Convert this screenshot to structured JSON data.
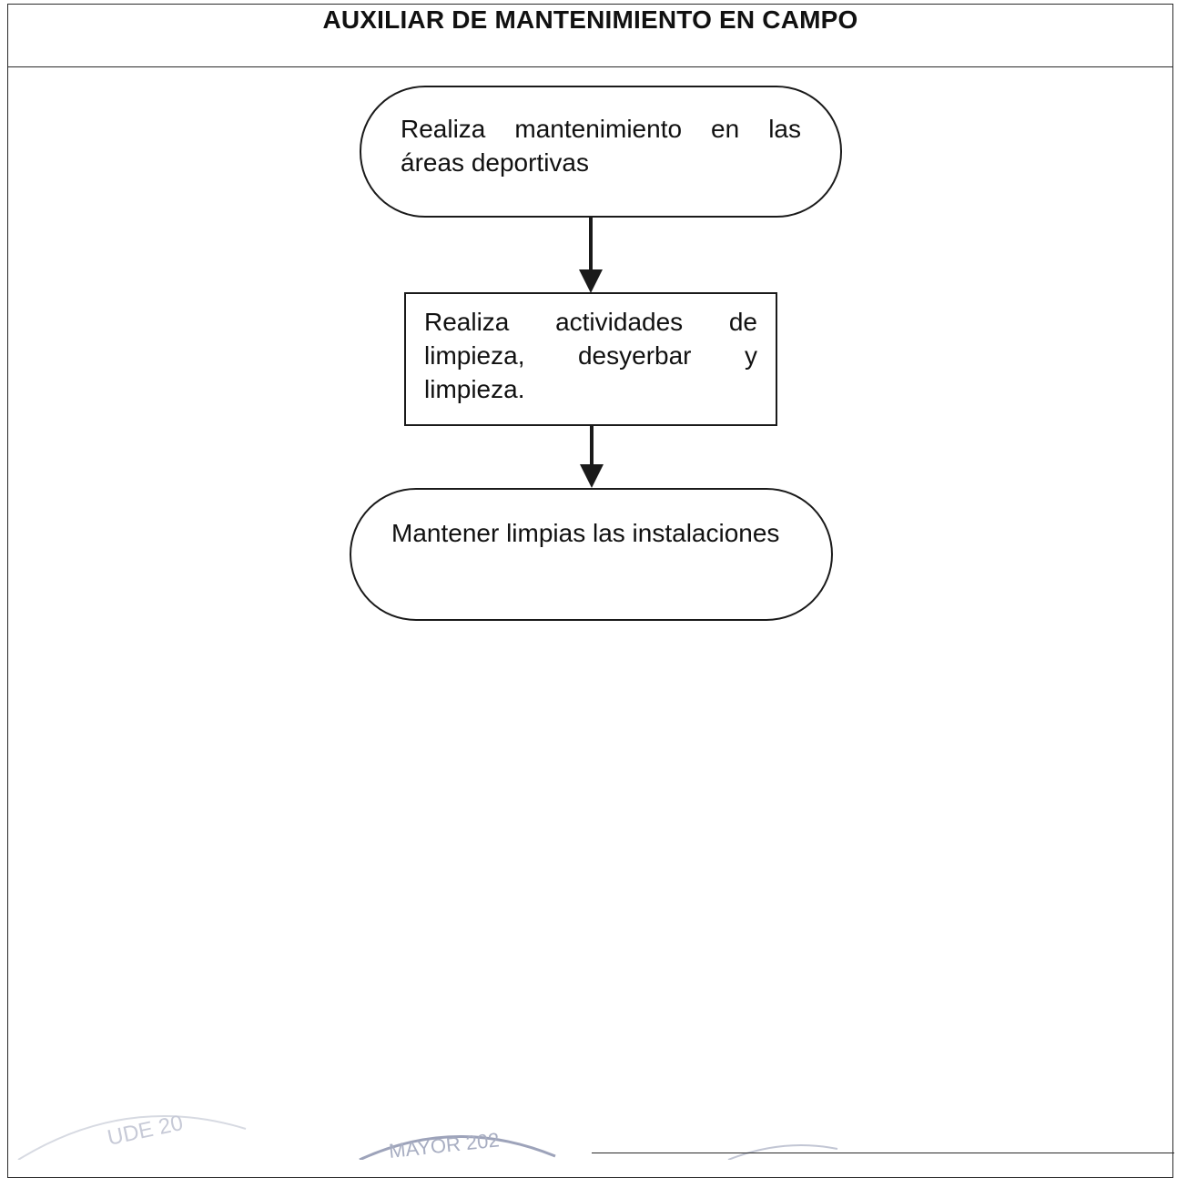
{
  "document": {
    "title": "AUXILIAR DE MANTENIMIENTO EN CAMPO"
  },
  "flowchart": {
    "nodes": [
      {
        "id": "n1",
        "shape": "terminator",
        "text": "Realiza mantenimiento en las áreas deportivas"
      },
      {
        "id": "n2",
        "shape": "process",
        "text": "Realiza actividades de limpieza, desyerbar y limpieza."
      },
      {
        "id": "n3",
        "shape": "terminator",
        "text": "Mantener limpias las instalaciones"
      }
    ],
    "edges": [
      {
        "from": "n1",
        "to": "n2"
      },
      {
        "from": "n2",
        "to": "n3"
      }
    ]
  },
  "stamps": {
    "left": "UDE 20",
    "center": "MAYOR 202"
  },
  "colors": {
    "line": "#1a1a1a",
    "stamp": "#9aa0b8"
  }
}
